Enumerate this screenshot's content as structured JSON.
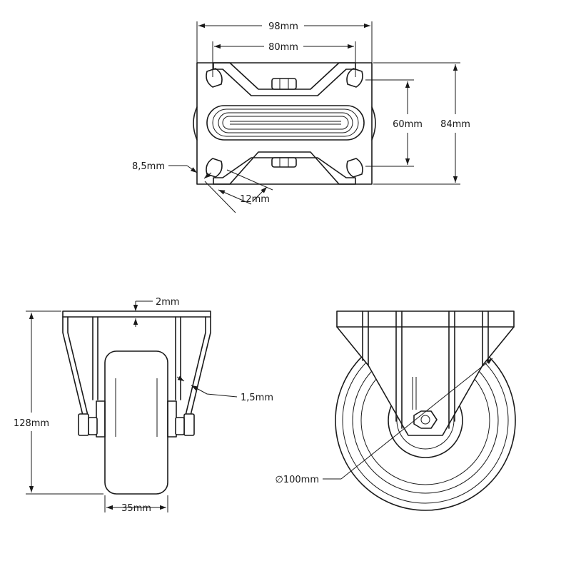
{
  "top_view": {
    "width_outer": "98mm",
    "width_holes": "80mm",
    "height_holes": "60mm",
    "height_outer": "84mm",
    "hole_diameter": "8,5mm",
    "hole_length": "12mm"
  },
  "side_view": {
    "plate_offset": "2mm",
    "bracket_thickness": "1,5mm",
    "total_height": "128mm",
    "wheel_width": "35mm"
  },
  "front_view": {
    "wheel_diameter": "∅100mm"
  }
}
